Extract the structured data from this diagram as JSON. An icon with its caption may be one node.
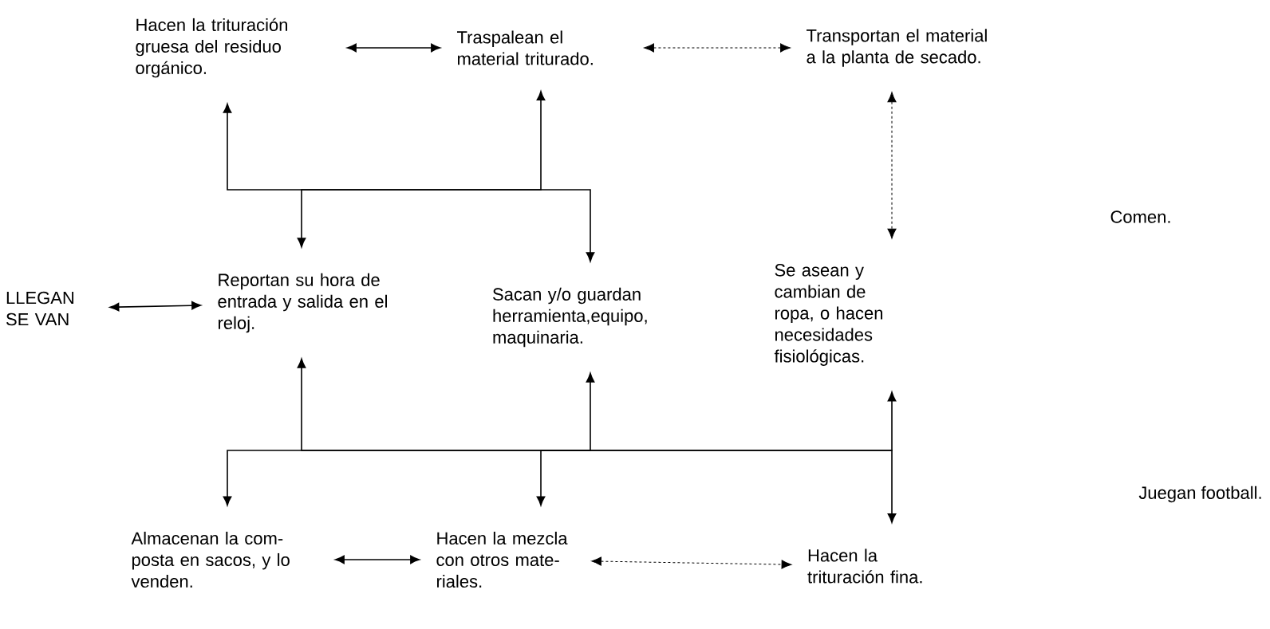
{
  "diagram": {
    "nodes": [
      {
        "text": [
          "Hacen la trituración gruesa del residuo orgánico."
        ]
      },
      {
        "text": [
          "Traspalean el material triturado."
        ]
      },
      {
        "text": [
          "Transportan el material a la planta de secado."
        ]
      },
      {
        "text": [
          "LLEGAN SE VAN"
        ]
      },
      {
        "text": [
          "Reportan su hora de entrada y salida en el reloj."
        ]
      },
      {
        "text": [
          "Sacan y/o guardan herramienta,equipo, maquinaria."
        ]
      },
      {
        "text": [
          "Se asean y cambian de ropa, o hacen necesidades fisiológicas."
        ]
      },
      {
        "text": [
          "Almacenan la com- posta en sacos, y lo venden."
        ]
      },
      {
        "text": [
          "Hacen la mezcla con otros mate- riales."
        ]
      },
      {
        "text": [
          "Hacen la trituración fina."
        ]
      }
    ],
    "edges": [
      {
        "from": 0,
        "to": 1,
        "arrow": "both"
      },
      {
        "from": 1,
        "to": 2,
        "arrow": "both",
        "style": "dashed"
      },
      {
        "from": 3,
        "to": 4,
        "arrow": "both"
      },
      {
        "from": 4,
        "to": 1,
        "arrow": "both"
      },
      {
        "from": 5,
        "to": 0,
        "arrow": "both"
      },
      {
        "from": 2,
        "to": 6,
        "arrow": "both",
        "style": "dashed"
      },
      {
        "from": 4,
        "to": 9,
        "arrow": "both"
      },
      {
        "from": 5,
        "to": 8,
        "arrow": "both"
      },
      {
        "from": 6,
        "to": 7,
        "arrow": "both"
      },
      {
        "from": 7,
        "to": 8,
        "arrow": "both"
      },
      {
        "from": 8,
        "to": 9,
        "arrow": "both",
        "style": "dashed"
      }
    ],
    "labels": [
      "Comen.",
      "Juegan football."
    ]
  }
}
